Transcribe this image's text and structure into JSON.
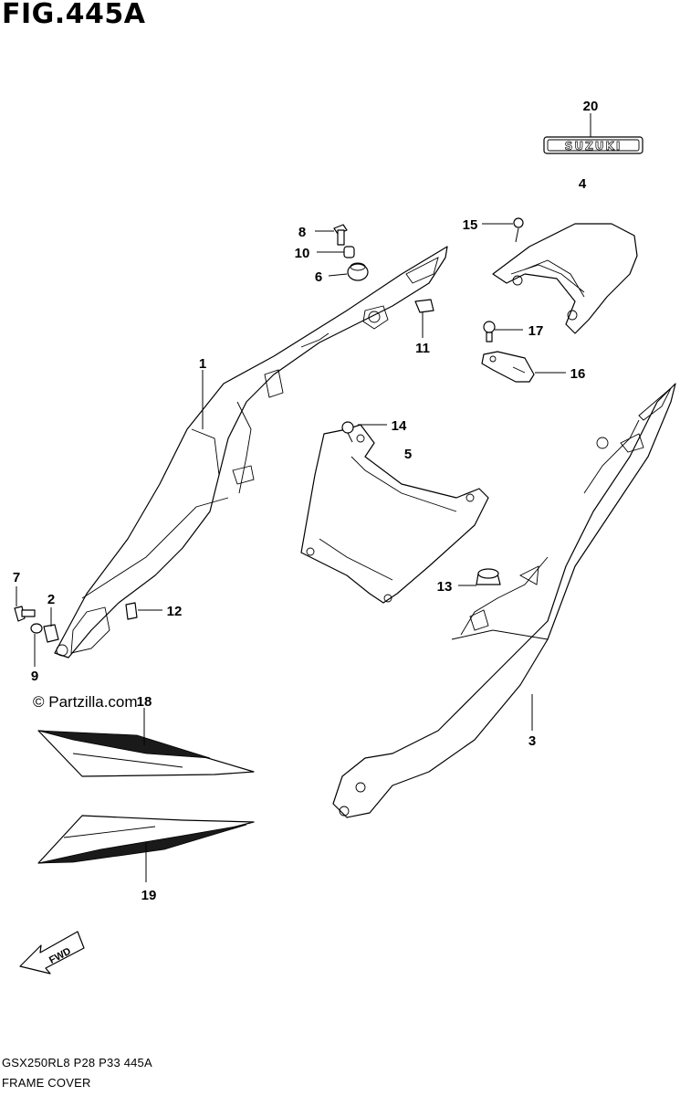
{
  "title": "FIG.445A",
  "watermark": "© Partzilla.com",
  "emblem_text": "SUZUKI",
  "fwd_text": "FWD",
  "footer": {
    "code": "GSX250RL8  P28  P33  445A",
    "name": "FRAME COVER"
  },
  "callouts": [
    "1",
    "2",
    "3",
    "4",
    "5",
    "6",
    "7",
    "8",
    "9",
    "10",
    "11",
    "12",
    "13",
    "14",
    "15",
    "16",
    "17",
    "18",
    "19",
    "20"
  ]
}
